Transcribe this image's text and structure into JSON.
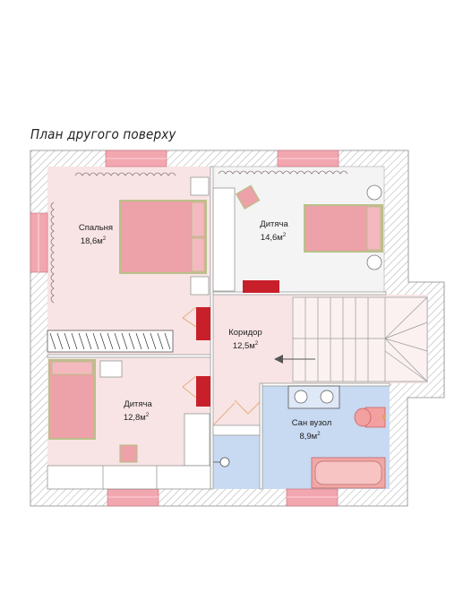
{
  "title": "План другого поверху",
  "rooms": [
    {
      "name": "Спальня",
      "area": "18,6м",
      "unit_sup": "2"
    },
    {
      "name": "Дитяча",
      "area": "14,6м",
      "unit_sup": "2"
    },
    {
      "name": "Коридор",
      "area": "12,5м",
      "unit_sup": "2"
    },
    {
      "name": "Дитяча",
      "area": "12,8м",
      "unit_sup": "2"
    },
    {
      "name": "Сан вузол",
      "area": "8,9м",
      "unit_sup": "2"
    }
  ],
  "colors": {
    "wall_hatch": "#bbbbbb",
    "bedroom_pink": "#f8e4e5",
    "kids_grey": "#f3f3f3",
    "bath_blue": "#c8d9f2",
    "bed_fill": "#eda1a8",
    "bed_border": "#b9c18a",
    "door_red": "#c8202a",
    "window_pink": "#f2a7b0"
  }
}
